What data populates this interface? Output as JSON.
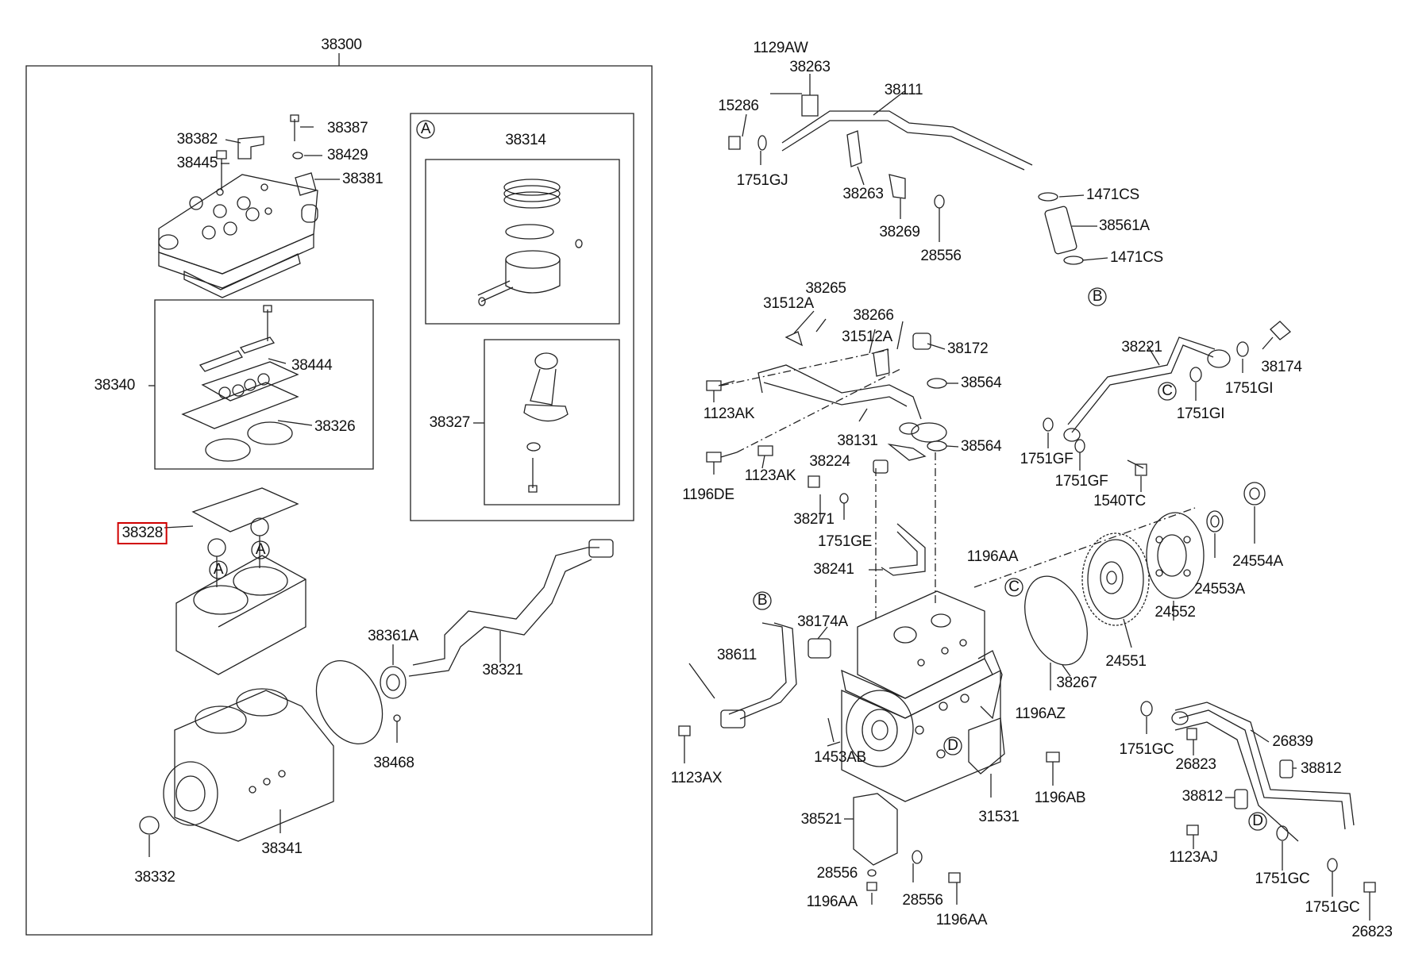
{
  "assembly": {
    "main_label": "38300",
    "ref_A": "A",
    "ref_B": "B",
    "ref_C": "C",
    "ref_D": "D",
    "highlighted_part": "38328"
  },
  "labels": {
    "l38300": "38300",
    "l38382": "38382",
    "l38387": "38387",
    "l38429": "38429",
    "l38445": "38445",
    "l38381": "38381",
    "l38340": "38340",
    "l38444": "38444",
    "l38326": "38326",
    "l38314": "38314",
    "l38327": "38327",
    "l38328": "38328",
    "l38361A": "38361A",
    "l38321": "38321",
    "l38468": "38468",
    "l38341": "38341",
    "l38332": "38332",
    "l1129AW": "1129AW",
    "l38263a": "38263",
    "l38111": "38111",
    "l15286": "15286",
    "l1751GJ": "1751GJ",
    "l38263b": "38263",
    "l38269": "38269",
    "l28556a": "28556",
    "l1471CSa": "1471CS",
    "l38561A": "38561A",
    "l1471CSb": "1471CS",
    "l38265": "38265",
    "l31512Aa": "31512A",
    "l31512Ab": "31512A",
    "l38266": "38266",
    "l38172": "38172",
    "l38564a": "38564",
    "l1123AKa": "1123AK",
    "l38131": "38131",
    "l38564b": "38564",
    "l1123AKb": "1123AK",
    "l1196DE": "1196DE",
    "l38224": "38224",
    "l38271": "38271",
    "l1751GE": "1751GE",
    "l38241": "38241",
    "l1196AAa": "1196AA",
    "l38174A": "38174A",
    "l38611": "38611",
    "l1123AX": "1123AX",
    "l1453AB": "1453AB",
    "l1196AZ": "1196AZ",
    "l38267": "38267",
    "l31531": "31531",
    "l1196AB": "1196AB",
    "l38521": "38521",
    "l28556b": "28556",
    "l28556c": "28556",
    "l1196AAb": "1196AA",
    "l1196AAc": "1196AA",
    "l38221": "38221",
    "l38174": "38174",
    "l1751GIa": "1751GI",
    "l1751GIb": "1751GI",
    "l1751GFa": "1751GF",
    "l1751GFb": "1751GF",
    "l1540TC": "1540TC",
    "l24554A": "24554A",
    "l24553A": "24553A",
    "l24552": "24552",
    "l24551": "24551",
    "l1751GCa": "1751GC",
    "l26839": "26839",
    "l26823a": "26823",
    "l38812a": "38812",
    "l38812b": "38812",
    "l1123AJ": "1123AJ",
    "l1751GCb": "1751GC",
    "l1751GCc": "1751GC",
    "l26823b": "26823"
  }
}
